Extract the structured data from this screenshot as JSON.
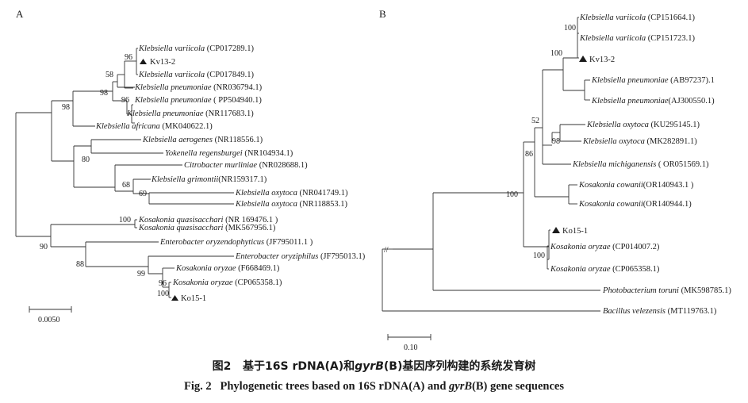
{
  "panelA": {
    "label": "A",
    "scale": "0.0050",
    "taxa": [
      {
        "species": "Klebsiella variicola",
        "acc": "(CP017289.1)"
      },
      {
        "species": "",
        "acc": "Kv13-2",
        "marker": true
      },
      {
        "species": "Klebsiella variicola",
        "acc": "(CP017849.1)"
      },
      {
        "species": "Klebsiella pneumoniae",
        "acc": "(NR036794.1)"
      },
      {
        "species": "Klebsiella pneumoniae",
        "acc": "( PP504940.1)"
      },
      {
        "species": "Klebsiella pneumoniae",
        "acc": "(NR117683.1)"
      },
      {
        "species": "Klebsiella africana",
        "acc": "(MK040622.1)"
      },
      {
        "species": "Klebsiella aerogenes",
        "acc": "(NR118556.1)"
      },
      {
        "species": "Yokenella regensburgei",
        "acc": "(NR104934.1)"
      },
      {
        "species": "Citrobacter murliniae",
        "acc": "(NR028688.1)"
      },
      {
        "species": "Klebsiella grimontii",
        "acc": "(NR159317.1)"
      },
      {
        "species": "Klebsiella oxytoca",
        "acc": "(NR041749.1)"
      },
      {
        "species": "Klebsiella oxytoca",
        "acc": "(NR118853.1)"
      },
      {
        "species": "Kosakonia quasisacchari",
        "acc": "(NR 169476.1 )"
      },
      {
        "species": "Kosakonia quasisacchari",
        "acc": "(MK567956.1)"
      },
      {
        "species": "Enterobacter oryzendophyticus",
        "acc": "(JF795011.1 )"
      },
      {
        "species": "Enterobacter oryziphilus",
        "acc": "(JF795013.1)"
      },
      {
        "species": "Kosakonia oryzae",
        "acc": "(F668469.1)"
      },
      {
        "species": "Kosakonia oryzae",
        "acc": "(CP065358.1)"
      },
      {
        "species": "",
        "acc": "Ko15-1",
        "marker": true
      }
    ],
    "bootstrap": [
      "96",
      "58",
      "98",
      "96",
      "98",
      "80",
      "68",
      "69",
      "100",
      "90",
      "88",
      "99",
      "96",
      "100"
    ]
  },
  "panelB": {
    "label": "B",
    "scale": "0.10",
    "taxa": [
      {
        "species": "Klebsiella variicola",
        "acc": "(CP151664.1)"
      },
      {
        "species": "Klebsiella variicola",
        "acc": "(CP151723.1)"
      },
      {
        "species": "",
        "acc": "Kv13-2",
        "marker": true
      },
      {
        "species": "Klebsiella pneumoniae",
        "acc": "(AB97237).1"
      },
      {
        "species": "Klebsiella pneumoniae",
        "acc": "(AJ300550.1)"
      },
      {
        "species": "Klebsiella oxytoca",
        "acc": "(KU295145.1)"
      },
      {
        "species": "Klebsiella oxytoca",
        "acc": "(MK282891.1)"
      },
      {
        "species": "Klebsiella michiganensis",
        "acc": "( OR051569.1)"
      },
      {
        "species": "Kosakonia cowanii",
        "acc": "(OR140943.1 )"
      },
      {
        "species": "Kosakonia cowanii",
        "acc": "(OR140944.1)"
      },
      {
        "species": "",
        "acc": "Ko15-1",
        "marker": true
      },
      {
        "species": "Kosakonia oryzae",
        "acc": "(CP014007.2)"
      },
      {
        "species": "Kosakonia oryzae",
        "acc": "(CP065358.1)"
      },
      {
        "species": "Photobacterium toruni",
        "acc": "(MK598785.1)"
      },
      {
        "species": "Bacillus velezensis",
        "acc": "(MT119763.1)"
      }
    ],
    "bootstrap": [
      "100",
      "100",
      "52",
      "98",
      "86",
      "100",
      "100"
    ],
    "break_mark": "//"
  },
  "caption": {
    "fig_cn": "图2",
    "cn_pre": "基于16S rDNA(A)和",
    "cn_gene": "gyrB",
    "cn_post": "(B)基因序列构建的系统发育树",
    "fig_en": "Fig. 2",
    "en_pre": "Phylogenetic trees based on 16S rDNA(A) and",
    "en_gene": "gyrB",
    "en_post": "(B) gene sequences"
  }
}
